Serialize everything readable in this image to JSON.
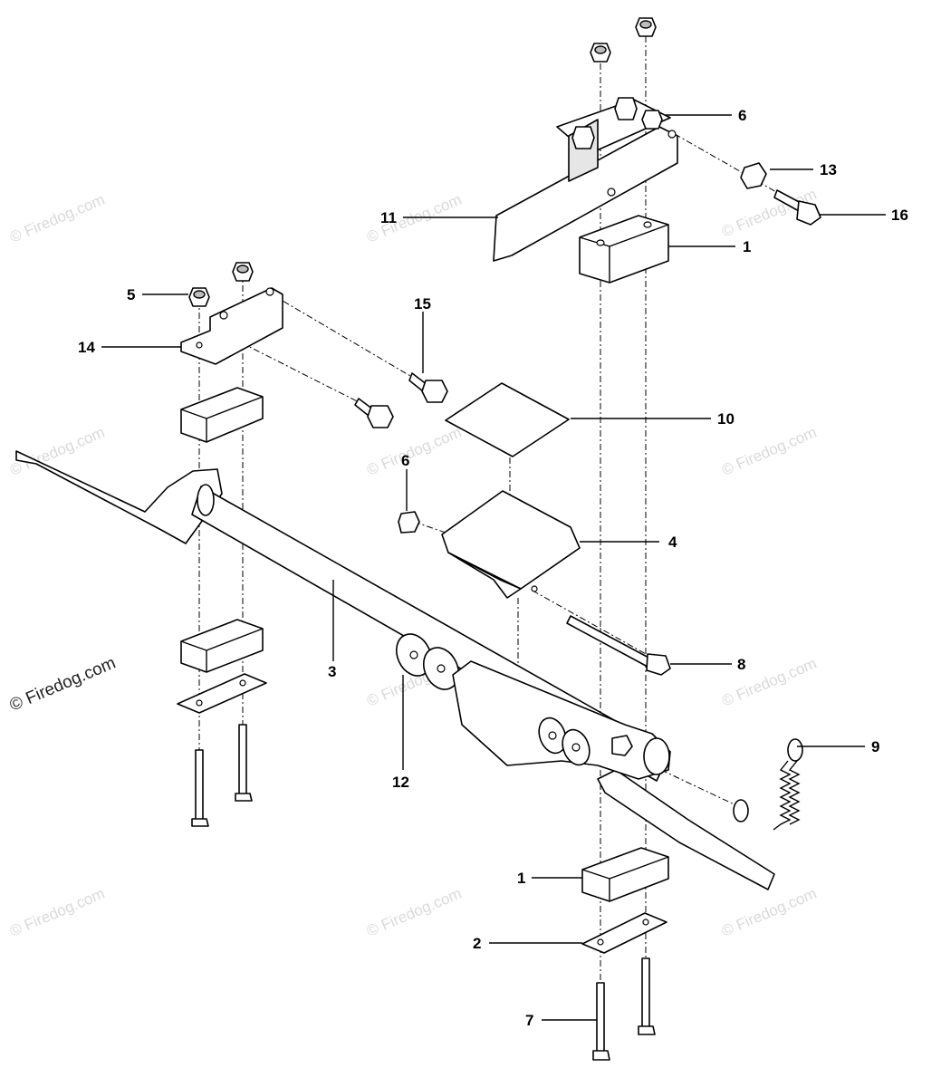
{
  "watermark": "© Firedog.com",
  "callouts": {
    "c1_top": "1",
    "c1_bottom": "1",
    "c2": "2",
    "c3": "3",
    "c4": "4",
    "c5": "5",
    "c6_top": "6",
    "c6_mid": "6",
    "c7": "7",
    "c8": "8",
    "c9": "9",
    "c10": "10",
    "c11": "11",
    "c12": "12",
    "c13": "13",
    "c14": "14",
    "c15": "15",
    "c16": "16"
  }
}
